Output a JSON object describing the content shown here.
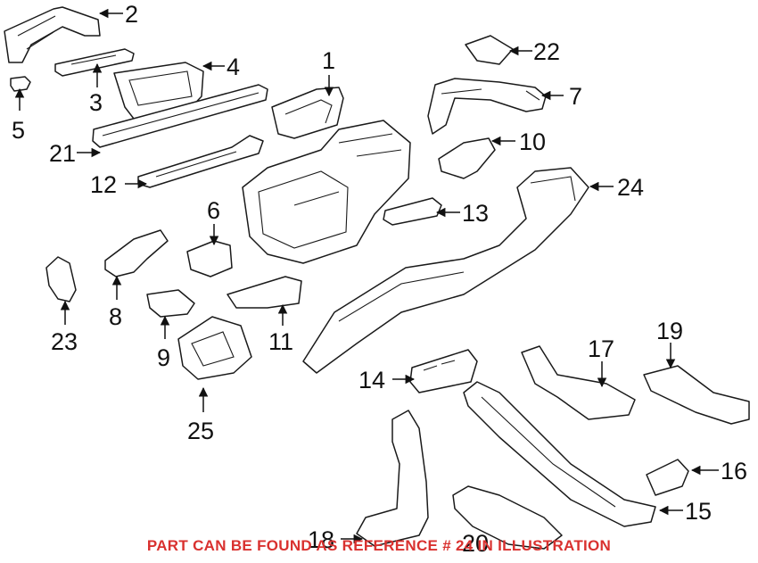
{
  "callouts": [
    {
      "label": "1"
    },
    {
      "label": "2"
    },
    {
      "label": "3"
    },
    {
      "label": "4"
    },
    {
      "label": "5"
    },
    {
      "label": "6"
    },
    {
      "label": "7"
    },
    {
      "label": "8"
    },
    {
      "label": "9"
    },
    {
      "label": "10"
    },
    {
      "label": "11"
    },
    {
      "label": "12"
    },
    {
      "label": "13"
    },
    {
      "label": "14"
    },
    {
      "label": "15"
    },
    {
      "label": "16"
    },
    {
      "label": "17"
    },
    {
      "label": "18"
    },
    {
      "label": "19"
    },
    {
      "label": "20"
    },
    {
      "label": "21"
    },
    {
      "label": "22"
    },
    {
      "label": "23"
    },
    {
      "label": "24"
    },
    {
      "label": "25"
    }
  ],
  "footer_note": "PART CAN BE FOUND AS REFERENCE # 24 IN ILLUSTRATION",
  "colors": {
    "footer": "#d9312f",
    "linework": "#1a1a1a"
  }
}
